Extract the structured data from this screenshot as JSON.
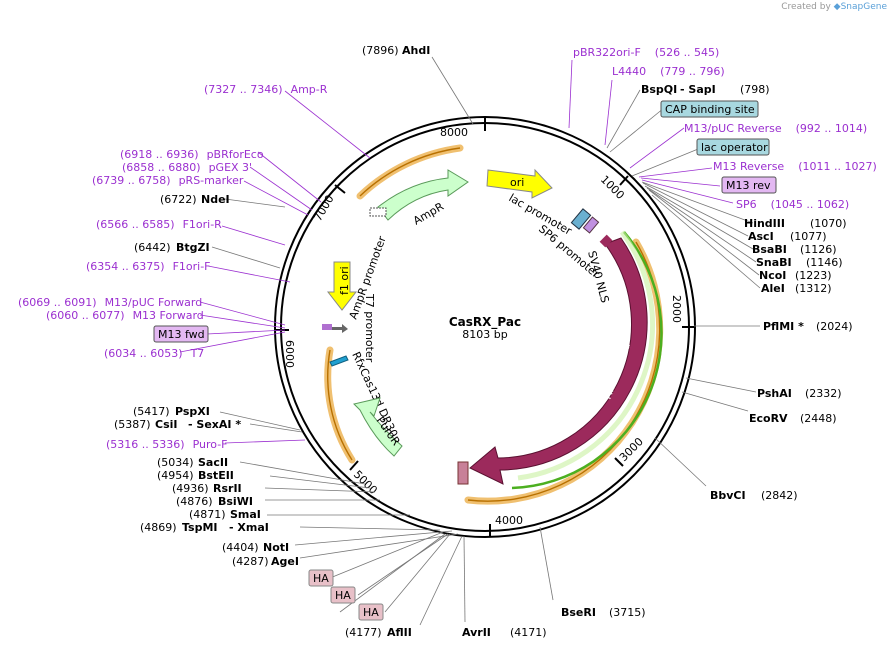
{
  "credit": "Created by",
  "credit_brand": "SnapGene",
  "plasmid": {
    "name": "CasRX_Pac",
    "size": "8103 bp"
  },
  "ticks": [
    "1000",
    "2000",
    "3000",
    "4000",
    "5000",
    "6000",
    "7000",
    "8000"
  ],
  "features": [
    {
      "label": "ori",
      "color": "#ffff00"
    },
    {
      "label": "AmpR",
      "color": "#ccffcc"
    },
    {
      "label": "AmpR promoter"
    },
    {
      "label": "f1 ori",
      "color": "#ffff00"
    },
    {
      "label": "T7 promoter"
    },
    {
      "label": "RfxCas13d DR30"
    },
    {
      "label": "PuroR",
      "color": "#ccffcc"
    },
    {
      "label": "RfxCas13d",
      "color": "#9c2a5c"
    },
    {
      "label": "lac promoter"
    },
    {
      "label": "SP6 promoter"
    },
    {
      "label": "SV40 NLS"
    }
  ],
  "enzymes": [
    {
      "pos": "(7896)",
      "name": "AhdI"
    },
    {
      "name": "BspQI",
      "name2": "SapI",
      "pos": "(798)"
    },
    {
      "name": "HindIII",
      "pos": "(1070)"
    },
    {
      "name": "AscI",
      "pos": "(1077)"
    },
    {
      "name": "BsaBI",
      "pos": "(1126)"
    },
    {
      "name": "SnaBI",
      "pos": "(1146)"
    },
    {
      "name": "NcoI",
      "pos": "(1223)"
    },
    {
      "name": "AleI",
      "pos": "(1312)"
    },
    {
      "name": "PflMI *",
      "pos": "(2024)"
    },
    {
      "name": "PshAI",
      "pos": "(2332)"
    },
    {
      "name": "EcoRV",
      "pos": "(2448)"
    },
    {
      "name": "BbvCI",
      "pos": "(2842)"
    },
    {
      "name": "BseRI",
      "pos": "(3715)"
    },
    {
      "name": "AvrII",
      "pos": "(4171)"
    },
    {
      "pos": "(4177)",
      "name": "AflII"
    },
    {
      "pos": "(4287)",
      "name": "AgeI"
    },
    {
      "pos": "(4404)",
      "name": "NotI"
    },
    {
      "pos": "(4869)",
      "name": "TspMI",
      "name2": "XmaI"
    },
    {
      "pos": "(4871)",
      "name": "SmaI"
    },
    {
      "pos": "(4876)",
      "name": "BsiWI"
    },
    {
      "pos": "(4936)",
      "name": "RsrII"
    },
    {
      "pos": "(4954)",
      "name": "BstEII"
    },
    {
      "pos": "(5034)",
      "name": "SacII"
    },
    {
      "pos": "(5387)",
      "name": "CsiI",
      "name2": "SexAI *"
    },
    {
      "pos": "(5417)",
      "name": "PspXI"
    },
    {
      "pos": "(6442)",
      "name": "BtgZI"
    },
    {
      "pos": "(6722)",
      "name": "NdeI"
    }
  ],
  "primers": [
    {
      "name": "pBR322ori-F",
      "range": "(526 .. 545)"
    },
    {
      "name": "L4440",
      "range": "(779 .. 796)"
    },
    {
      "name": "M13/pUC Reverse",
      "range": "(992 .. 1014)"
    },
    {
      "name": "M13 Reverse",
      "range": "(1011 .. 1027)"
    },
    {
      "name": "SP6",
      "range": "(1045 .. 1062)"
    },
    {
      "name": "Puro-F",
      "range": "(5316 .. 5336)"
    },
    {
      "name": "T7",
      "range": "(6034 .. 6053)"
    },
    {
      "name": "M13 Forward",
      "range": "(6060 .. 6077)"
    },
    {
      "name": "M13/pUC Forward",
      "range": "(6069 .. 6091)"
    },
    {
      "name": "F1ori-F",
      "range": "(6354 .. 6375)"
    },
    {
      "name": "F1ori-R",
      "range": "(6566 .. 6585)"
    },
    {
      "name": "pRS-marker",
      "range": "(6739 .. 6758)"
    },
    {
      "name": "pGEX 3'",
      "range": "(6858 .. 6880)"
    },
    {
      "name": "pBRforEco",
      "range": "(6918 .. 6936)"
    },
    {
      "name": "Amp-R",
      "range": "(7327 .. 7346)"
    }
  ],
  "boxes": [
    {
      "label": "CAP binding site",
      "color": "#a8d8e0"
    },
    {
      "label": "lac operator",
      "color": "#a8d8e0"
    },
    {
      "label": "M13 rev",
      "color": "#e3b8f2"
    },
    {
      "label": "M13 fwd",
      "color": "#e3b8f2"
    },
    {
      "label": "HA",
      "color": "#e8c0c8"
    },
    {
      "label": "HA",
      "color": "#e8c0c8"
    },
    {
      "label": "HA",
      "color": "#e8c0c8"
    }
  ]
}
